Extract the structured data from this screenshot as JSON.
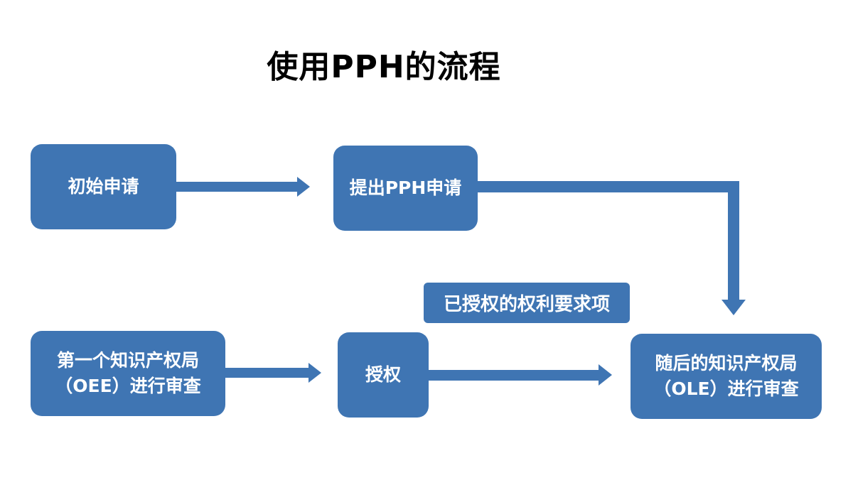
{
  "title": "使用PPH的流程",
  "nodes": {
    "initial": "初始申请",
    "submit": "提出PPH申请",
    "oee": [
      "第一个知识产权局",
      "（OEE）进行审查"
    ],
    "grant": "授权",
    "ole": [
      "随后的知识产权局",
      "（OLE）进行审查"
    ]
  },
  "edge_label": "已授权的权利要求项",
  "colors": {
    "box": "#3f75b3",
    "text": "#ffffff",
    "title": "#000000"
  }
}
